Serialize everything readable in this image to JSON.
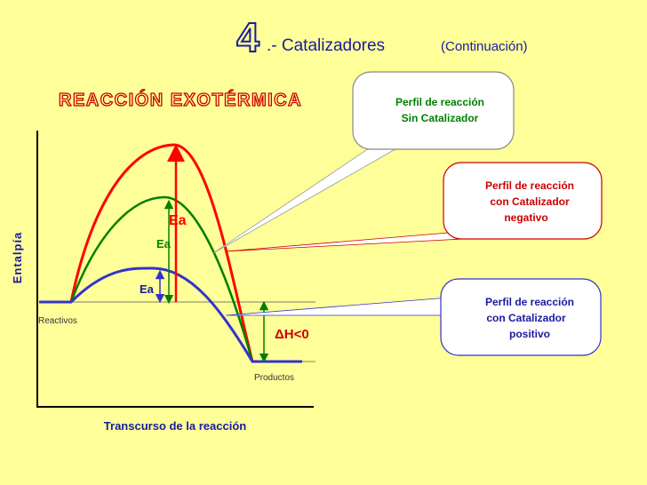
{
  "title": {
    "number": "4",
    "text": ".- Catalizadores",
    "subtitle": "(Continuación)"
  },
  "heading": "REACCIÓN EXOTÉRMICA",
  "axes": {
    "y_label": "Entalpía",
    "x_label": "Transcurso de la reacción"
  },
  "labels": {
    "reactivos": "Reactivos",
    "productos": "Productos",
    "delta_h": "ΔH<0",
    "ea_red": "Ea",
    "ea_green": "Ea",
    "ea_blue": "Ea"
  },
  "callouts": {
    "uncatalyzed": {
      "line1": "Perfil de reacción",
      "line2": "Sin Catalizador"
    },
    "negative": {
      "line1": "Perfil de reacción",
      "line2": "con Catalizador",
      "line3": "negativo"
    },
    "positive": {
      "line1": "Perfil de reacción",
      "line2": "con Catalizador",
      "line3": "positivo"
    }
  },
  "colors": {
    "background": "#ffff99",
    "uncatalyzed": "#ff0000",
    "negative": "#008000",
    "positive": "#3333cc",
    "title": "#1a1aa0",
    "heading_fill": "#ffff99",
    "heading_stroke": "#cc0000",
    "callout_green_text": "#008000",
    "callout_red_text": "#cc0000",
    "callout_blue_text": "#1a1aa0"
  }
}
